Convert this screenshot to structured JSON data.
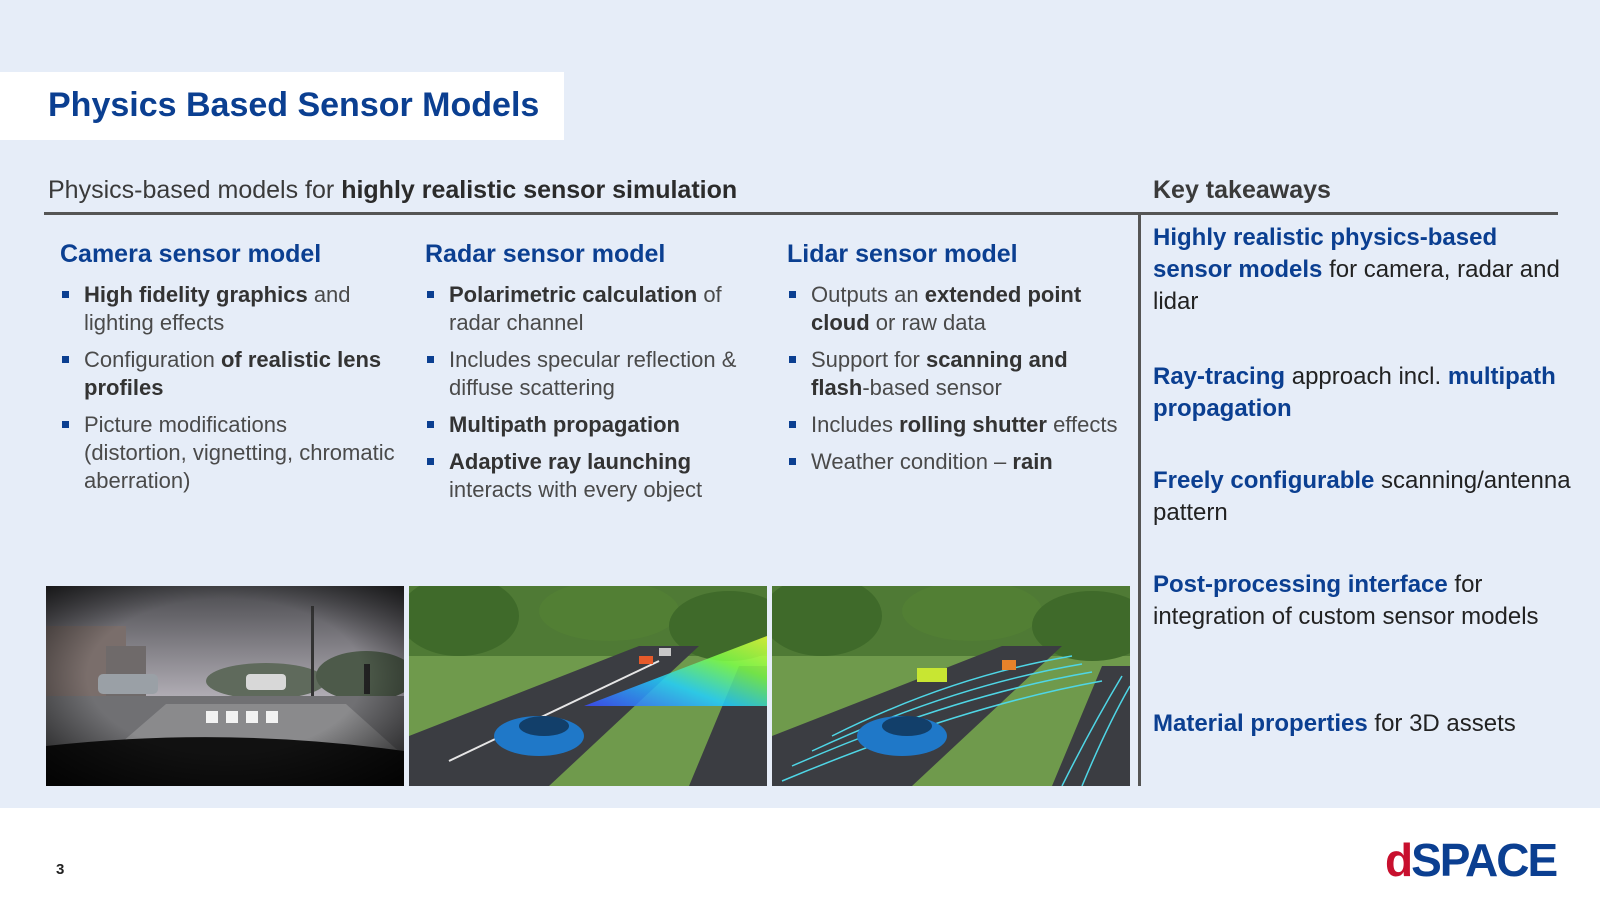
{
  "title": "Physics Based Sensor Models",
  "section": {
    "heading_plain": "Physics-based models for ",
    "heading_bold": "highly realistic sensor simulation"
  },
  "columns": [
    {
      "title": "Camera sensor model",
      "items": [
        [
          {
            "t": "High fidelity graphics",
            "b": true
          },
          {
            "t": " and lighting effects",
            "b": false
          }
        ],
        [
          {
            "t": "Configuration ",
            "b": false
          },
          {
            "t": "of realistic lens profiles",
            "b": true
          }
        ],
        [
          {
            "t": "Picture modifications (distortion, vignetting, chromatic aberration)",
            "b": false
          }
        ]
      ]
    },
    {
      "title": "Radar sensor model",
      "items": [
        [
          {
            "t": "Polarimetric calculation",
            "b": true
          },
          {
            "t": " of radar channel",
            "b": false
          }
        ],
        [
          {
            "t": "Includes specular reflection & diffuse scattering",
            "b": false
          }
        ],
        [
          {
            "t": "Multipath propagation",
            "b": true
          }
        ],
        [
          {
            "t": "Adaptive ray launching",
            "b": true
          },
          {
            "t": " interacts with every object",
            "b": false
          }
        ]
      ]
    },
    {
      "title": "Lidar sensor model",
      "items": [
        [
          {
            "t": "Outputs an ",
            "b": false
          },
          {
            "t": "extended point cloud",
            "b": true
          },
          {
            "t": " or raw data",
            "b": false
          }
        ],
        [
          {
            "t": "Support for ",
            "b": false
          },
          {
            "t": "scanning and flash",
            "b": true
          },
          {
            "t": "-based sensor",
            "b": false
          }
        ],
        [
          {
            "t": "Includes ",
            "b": false
          },
          {
            "t": "rolling shutter",
            "b": true
          },
          {
            "t": " effects",
            "b": false
          }
        ],
        [
          {
            "t": "Weather condition – ",
            "b": false
          },
          {
            "t": "rain",
            "b": true
          }
        ]
      ]
    }
  ],
  "key_takeaways": {
    "heading": "Key takeaways",
    "items": [
      [
        {
          "t": "Highly realistic physics-based sensor models",
          "b": true
        },
        {
          "t": " for camera, radar and lidar",
          "b": false
        }
      ],
      [
        {
          "t": "Ray-tracing",
          "b": true
        },
        {
          "t": " approach incl. ",
          "b": false
        },
        {
          "t": "multipath propagation",
          "b": true
        }
      ],
      [
        {
          "t": "Freely configurable",
          "b": true
        },
        {
          "t": " scanning/antenna pattern",
          "b": false
        }
      ],
      [
        {
          "t": "Post-processing interface",
          "b": true
        },
        {
          "t": " for integration of custom sensor models",
          "b": false
        }
      ],
      [
        {
          "t": "Material properties",
          "b": true
        },
        {
          "t": " for 3D assets",
          "b": false
        }
      ]
    ]
  },
  "footer": {
    "page_number": "3",
    "logo_d": "d",
    "logo_rest": "SPACE"
  },
  "colors": {
    "brand_blue": "#0b3f91",
    "brand_red": "#c8102e",
    "slide_bg": "#e6edf8"
  }
}
